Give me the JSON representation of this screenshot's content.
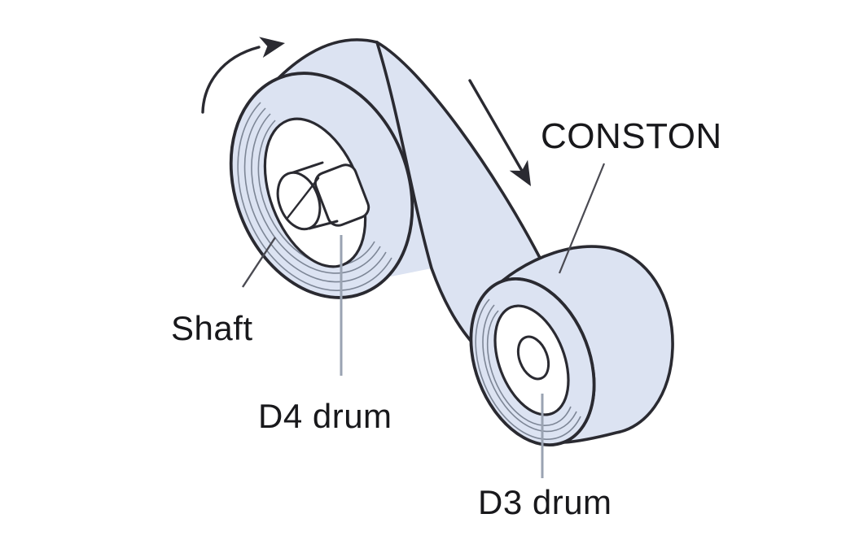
{
  "figure": {
    "title_label": "CONSTON",
    "labels": {
      "conston": "CONSTON",
      "shaft": "Shaft",
      "d4_drum": "D4 drum",
      "d3_drum": "D3 drum"
    },
    "arrows": [
      {
        "name": "d4-rotation-arrow",
        "meaning": "drum rotation clockwise"
      },
      {
        "name": "belt-direction-arrow",
        "meaning": "belt travel down toward D3 drum"
      }
    ],
    "colors": {
      "drum_fill": "#dce3f2",
      "outline": "#2a2a31",
      "hatch": "#7d8696",
      "leader_gray": "#9aa3b2",
      "leader_dark": "#4a4a52",
      "text": "#18181b",
      "background": "#ffffff"
    }
  }
}
